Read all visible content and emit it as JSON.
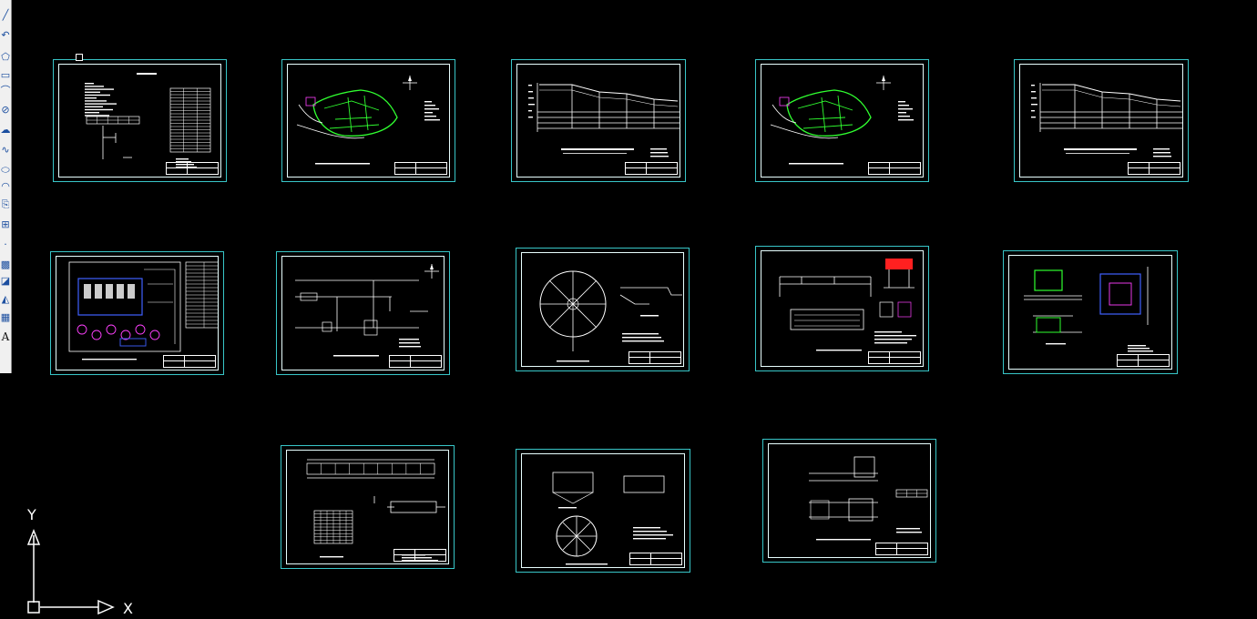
{
  "toolbar": {
    "tools": [
      {
        "name": "line-tool",
        "icon": "line-icon",
        "glyph": "╱"
      },
      {
        "name": "arc-tool",
        "icon": "arc-icon",
        "glyph": "↶"
      },
      {
        "name": "polygon-tool",
        "icon": "polygon-icon",
        "glyph": "⬠"
      },
      {
        "name": "rectangle-tool",
        "icon": "rectangle-icon",
        "glyph": "▭"
      },
      {
        "name": "arc-3pt-tool",
        "icon": "arc-3pt-icon",
        "glyph": "⌒"
      },
      {
        "name": "circle-tool",
        "icon": "circle-icon",
        "glyph": "⊘"
      },
      {
        "name": "revision-cloud-tool",
        "icon": "cloud-icon",
        "glyph": "☁"
      },
      {
        "name": "spline-tool",
        "icon": "spline-icon",
        "glyph": "∿"
      },
      {
        "name": "ellipse-tool",
        "icon": "ellipse-icon",
        "glyph": "⬭"
      },
      {
        "name": "ellipse-arc-tool",
        "icon": "ellipse-arc-icon",
        "glyph": "◠"
      },
      {
        "name": "insert-block-tool",
        "icon": "insert-block-icon",
        "glyph": "⎘"
      },
      {
        "name": "make-block-tool",
        "icon": "make-block-icon",
        "glyph": "⊞"
      },
      {
        "name": "point-tool",
        "icon": "point-icon",
        "glyph": "·"
      },
      {
        "name": "hatch-tool",
        "icon": "hatch-icon",
        "glyph": "▩"
      },
      {
        "name": "gradient-tool",
        "icon": "gradient-icon",
        "glyph": "◪"
      },
      {
        "name": "region-tool",
        "icon": "region-icon",
        "glyph": "◭"
      },
      {
        "name": "table-tool",
        "icon": "table-icon",
        "glyph": "▦"
      },
      {
        "name": "multiline-text-tool",
        "icon": "text-icon",
        "glyph": "A"
      }
    ]
  },
  "ucs": {
    "x_label": "X",
    "y_label": "Y"
  },
  "colors": {
    "background": "#000000",
    "sheet_border": "#38c6c8",
    "linework": "#ffffff",
    "green": "#30ff30",
    "magenta": "#ff40ff",
    "red": "#ff2020",
    "blue": "#4060ff"
  },
  "sheets": [
    {
      "name": "sheet-design-notes",
      "kind": "text",
      "hasGrip": true
    },
    {
      "name": "sheet-site-plan-1",
      "kind": "map"
    },
    {
      "name": "sheet-profile-1",
      "kind": "profile"
    },
    {
      "name": "sheet-site-plan-2",
      "kind": "map"
    },
    {
      "name": "sheet-profile-2",
      "kind": "profile"
    },
    {
      "name": "sheet-plant-layout",
      "kind": "layout"
    },
    {
      "name": "sheet-process-flow",
      "kind": "flow"
    },
    {
      "name": "sheet-circular-tank",
      "kind": "circle"
    },
    {
      "name": "sheet-tank-details",
      "kind": "detail"
    },
    {
      "name": "sheet-structure-sections",
      "kind": "sections"
    },
    {
      "name": "sheet-channel-plan",
      "kind": "channel"
    },
    {
      "name": "sheet-clarifier",
      "kind": "clarifier"
    },
    {
      "name": "sheet-pump-station",
      "kind": "pump"
    }
  ]
}
